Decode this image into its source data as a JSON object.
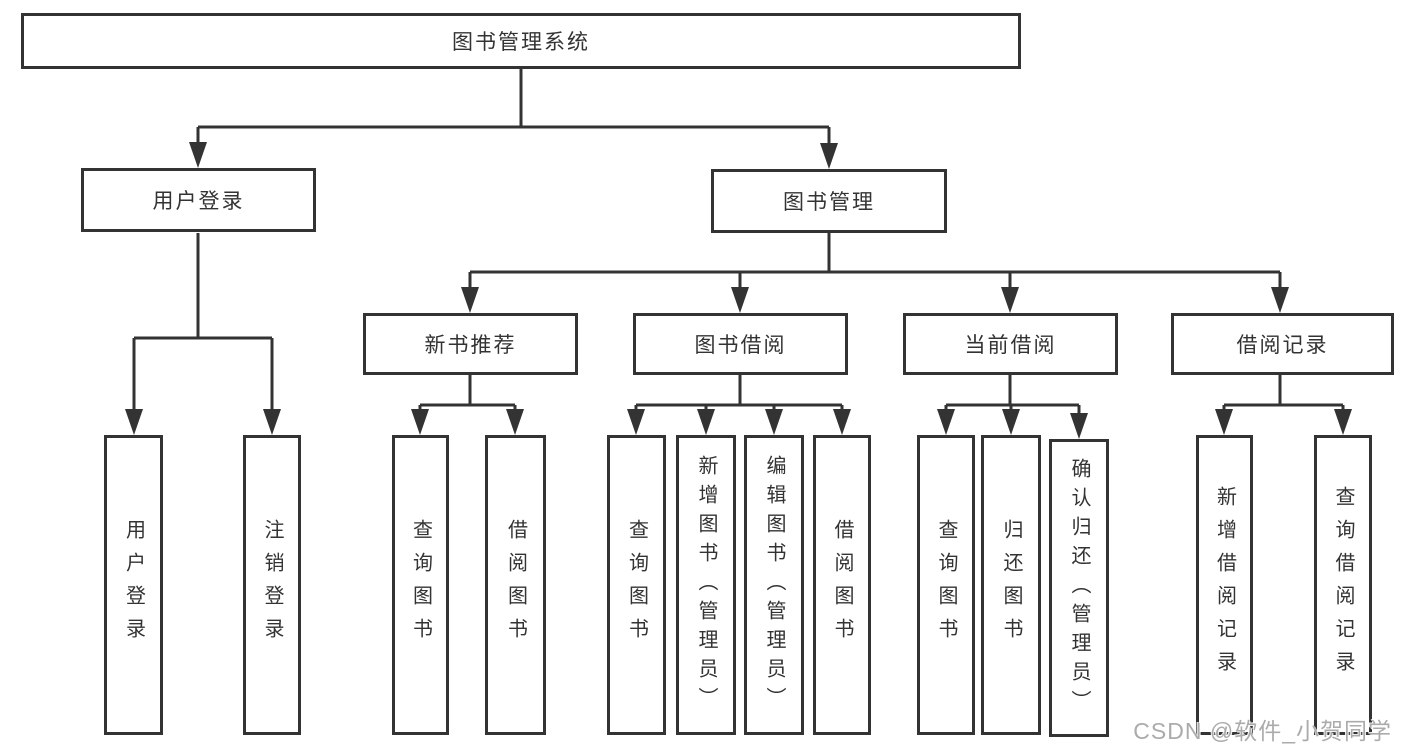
{
  "diagram": {
    "root": {
      "label": "图书管理系统"
    },
    "level2": [
      {
        "label": "用户登录"
      },
      {
        "label": "图书管理"
      }
    ],
    "level3": [
      {
        "label": "新书推荐"
      },
      {
        "label": "图书借阅"
      },
      {
        "label": "当前借阅"
      },
      {
        "label": "借阅记录"
      }
    ],
    "leaves": {
      "user_login": [
        {
          "label": "用户登录"
        },
        {
          "label": "注销登录"
        }
      ],
      "new_book": [
        {
          "label": "查询图书"
        },
        {
          "label": "借阅图书"
        }
      ],
      "book_borrow": [
        {
          "label": "查询图书"
        },
        {
          "label": "新增图书（管理员）"
        },
        {
          "label": "编辑图书（管理员）"
        },
        {
          "label": "借阅图书"
        }
      ],
      "current_borrow": [
        {
          "label": "查询图书"
        },
        {
          "label": "归还图书"
        },
        {
          "label": "确认归还（管理员）"
        }
      ],
      "borrow_records": [
        {
          "label": "新增借阅记录"
        },
        {
          "label": "查询借阅记录"
        }
      ]
    }
  },
  "watermark": {
    "text": "CSDN @软件_小贺同学"
  },
  "colors": {
    "line": "#333333",
    "box_border": "#333333",
    "text": "#333333",
    "watermark": "#ababab",
    "background": "#ffffff"
  }
}
